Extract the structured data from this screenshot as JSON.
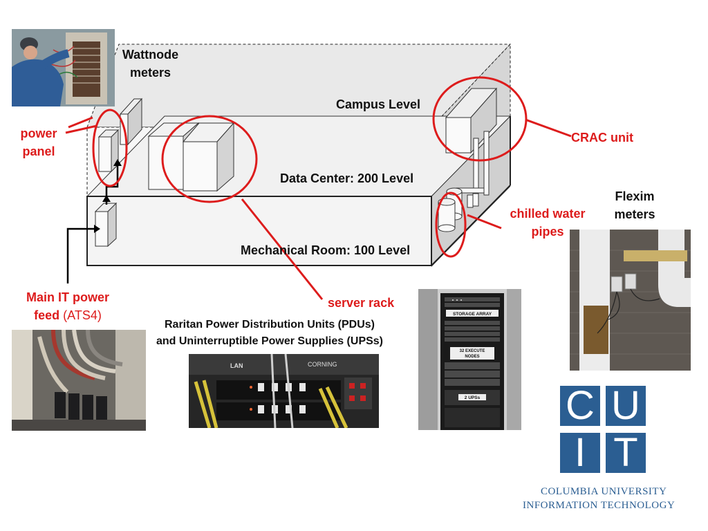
{
  "labels": {
    "wattnode": "Wattnode meters",
    "campus_level": "Campus Level",
    "data_center": "Data Center: 200 Level",
    "mechanical_room": "Mechanical Room: 100 Level",
    "power_panel": "power panel",
    "crac_unit": "CRAC unit",
    "flexim": "Flexim meters",
    "chilled_water": "chilled water pipes",
    "server_rack": "server rack",
    "main_it_power_feed": "Main IT power feed",
    "ats4": "(ATS4)",
    "pdu_caption_line1": "Raritan Power Distribution Units (PDUs)",
    "pdu_caption_line2": "and Uninterruptible Power Supplies (UPSs)"
  },
  "rack_photo_labels": {
    "storage": "STORAGE ARRAY",
    "nodes_line1": "32 EXECUTE",
    "nodes_line2": "NODES",
    "ups": "2 UPSs"
  },
  "pdu_photo_labels": {
    "lan": "LAN",
    "corning": "CORNING"
  },
  "logo": {
    "letters": [
      "C",
      "U",
      "I",
      "T"
    ],
    "line1": "COLUMBIA UNIVERSITY",
    "line2": "INFORMATION TECHNOLOGY"
  },
  "colors": {
    "accent_red": "#dd1c1c",
    "logo_blue": "#2b5e92"
  }
}
